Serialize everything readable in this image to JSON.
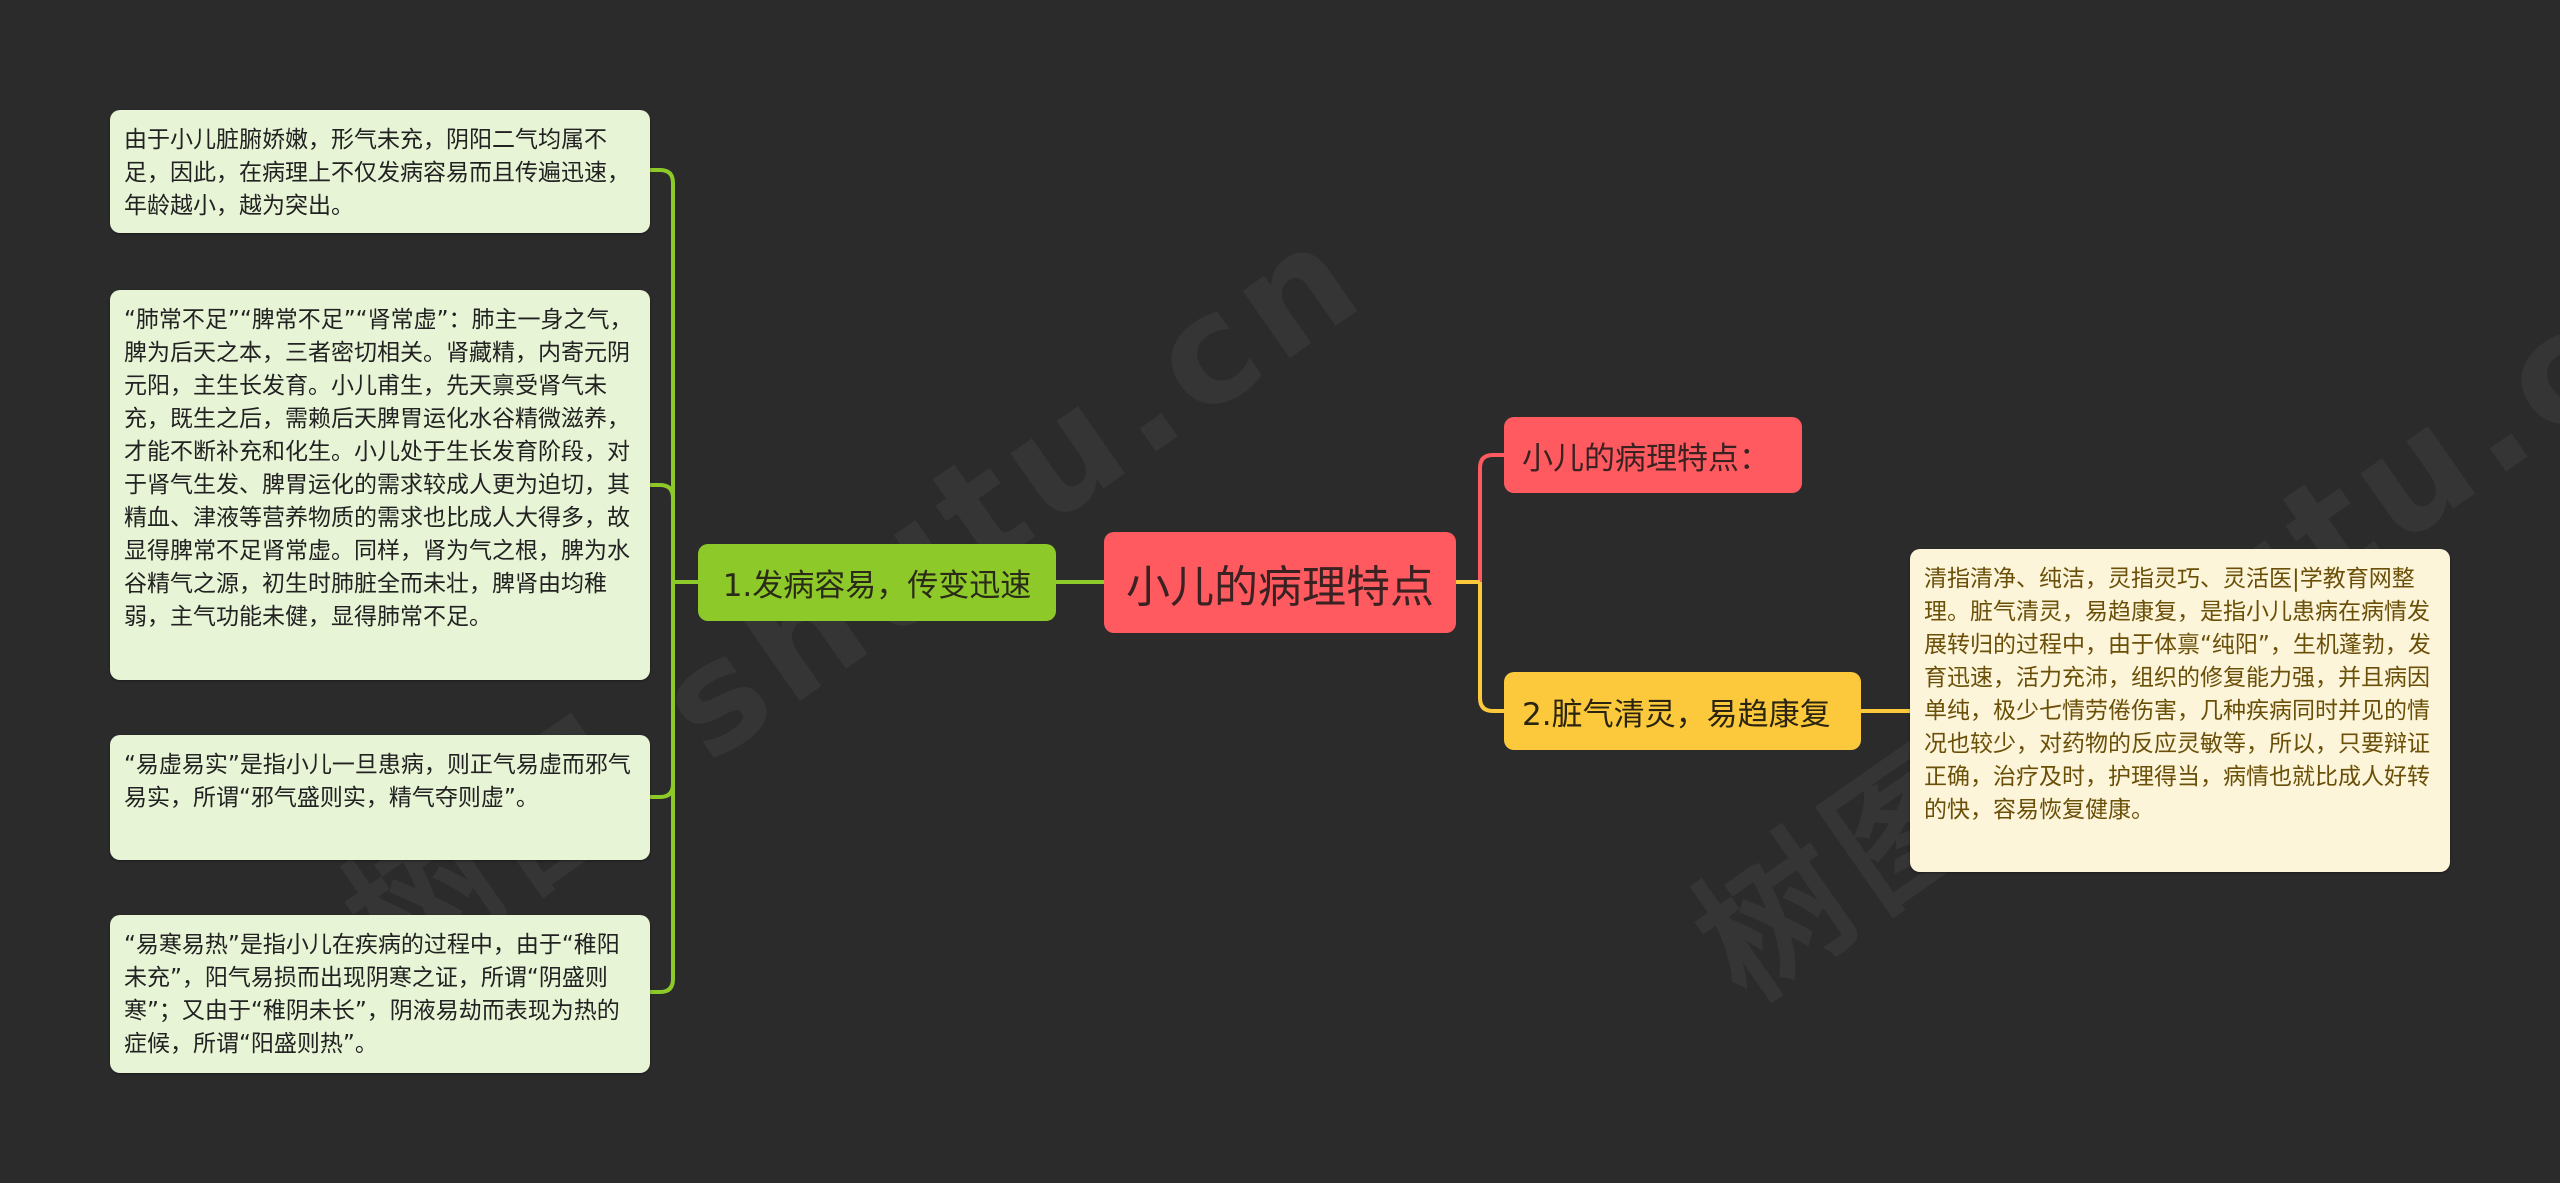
{
  "root": {
    "label": "小儿的病理特点",
    "color": "#ff5a5f"
  },
  "left_branch": {
    "label": "1.发病容易，传变迅速",
    "color": "#8ec92a",
    "details": [
      "由于小儿脏腑娇嫩，形气未充，阴阳二气均属不足，因此，在病理上不仅发病容易而且传遍迅速，年龄越小，越为突出。",
      "“肺常不足”“脾常不足”“肾常虚”：肺主一身之气，脾为后天之本，三者密切相关。肾藏精，内寄元阴元阳，主生长发育。小儿甫生，先天禀受肾气未充，既生之后，需赖后天脾胃运化水谷精微滋养，才能不断补充和化生。小儿处于生长发育阶段，对于肾气生发、脾胃运化的需求较成人更为迫切，其精血、津液等营养物质的需求也比成人大得多，故显得脾常不足肾常虚。同样，肾为气之根，脾为水谷精气之源，初生时肺脏全而未壮，脾肾由均稚弱，主气功能未健，显得肺常不足。",
      "“易虚易实”是指小儿一旦患病，则正气易虚而邪气易实，所谓“邪气盛则实，精气夺则虚”。",
      "“易寒易热”是指小儿在疾病的过程中，由于“稚阳未充”，阳气易损而出现阴寒之证，所谓“阴盛则寒”；又由于“稚阴未长”，阴液易劫而表现为热的症候，所谓“阳盛则热”。"
    ]
  },
  "right_branches": [
    {
      "label": "小儿的病理特点：",
      "color": "#ff5a5f"
    },
    {
      "label": "2.脏气清灵，易趋康复",
      "color": "#fbc93b",
      "detail": "清指清净、纯洁，灵指灵巧、灵活医|学教育网整理。脏气清灵，易趋康复，是指小儿患病在病情发展转归的过程中，由于体禀“纯阳”，生机蓬勃，发育迅速，活力充沛，组织的修复能力强，并且病因单纯，极少七情劳倦伤害，几种疾病同时并见的情况也较少，对药物的反应灵敏等，所以，只要辩证正确，治疗及时，护理得当，病情也就比成人好转的快，容易恢复健康。"
    }
  ],
  "colors": {
    "background": "#2b2b2b",
    "left_connector": "#8ec92a",
    "red_connector": "#ff5a5f",
    "yellow_connector": "#fbc93b",
    "left_detail_bg": "#e8f4d6",
    "right_detail_bg": "#fdf5da"
  }
}
